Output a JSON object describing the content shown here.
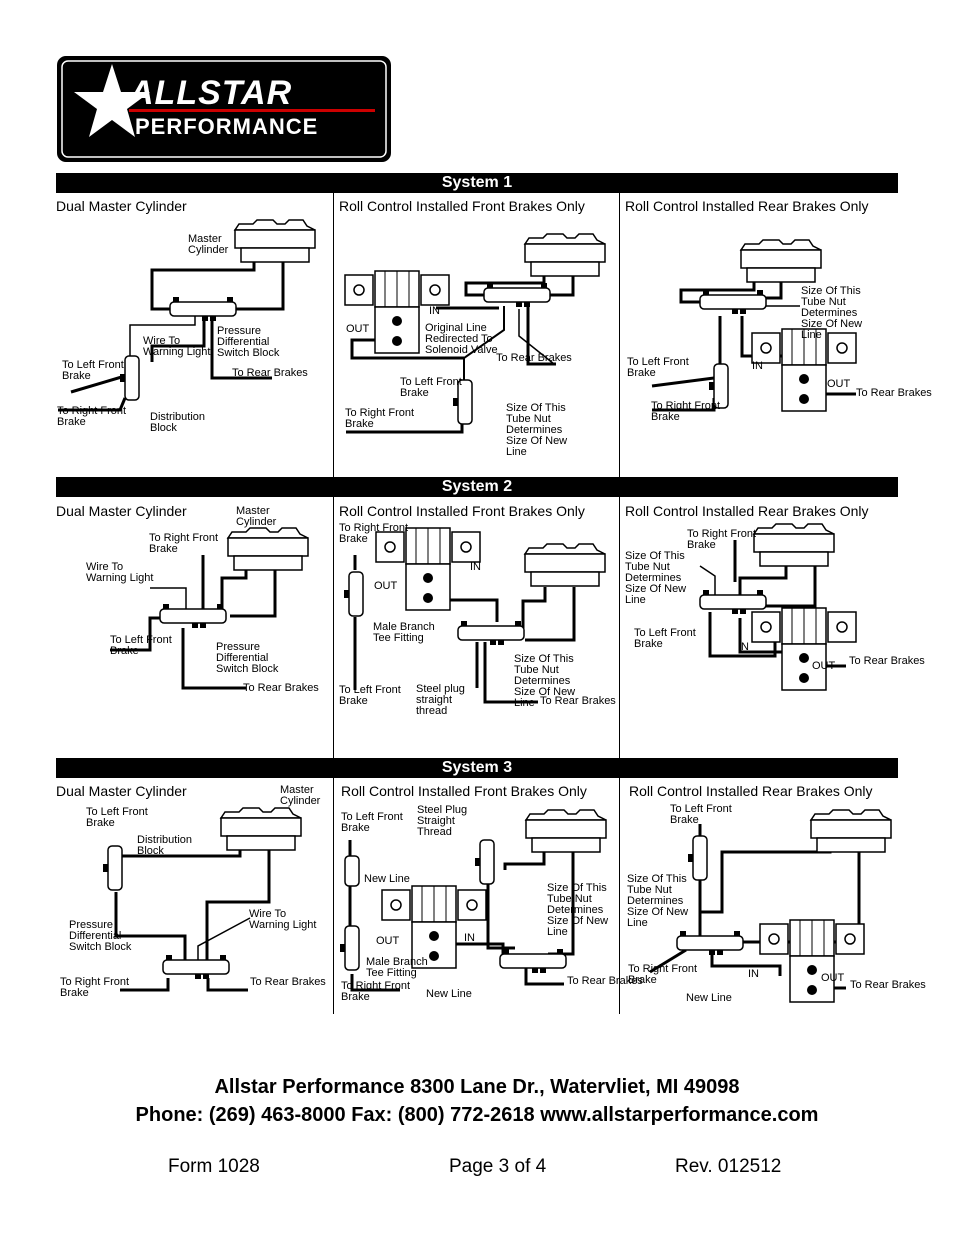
{
  "logo": {
    "brand": "ALLSTAR",
    "sub": "PERFORMANCE"
  },
  "systems": [
    {
      "header": "System 1",
      "panels": [
        {
          "title": "Dual Master Cylinder",
          "labels": [
            "Master Cylinder",
            "Wire To Warning Light",
            "Pressure Differential Switch Block",
            "To Left Front Brake",
            "To Right Front Brake",
            "Distribution Block",
            "To Rear Brakes"
          ]
        },
        {
          "title": "Roll Control Installed Front Brakes Only",
          "labels": [
            "IN",
            "OUT",
            "Original Line Redirected To Solenoid Valve",
            "To Rear Brakes",
            "To Left Front Brake",
            "To Right Front Brake",
            "Size Of This Tube Nut Determines Size Of New Line"
          ]
        },
        {
          "title": "Roll Control Installed Rear Brakes Only",
          "labels": [
            "Size Of This Tube Nut Determines Size Of New Line",
            "IN",
            "OUT",
            "To Left Front Brake",
            "To Right Front Brake",
            "To Rear Brakes"
          ]
        }
      ]
    },
    {
      "header": "System 2",
      "panels": [
        {
          "title": "Dual Master Cylinder",
          "labels": [
            "Master Cylinder",
            "To Right Front Brake",
            "Wire To Warning Light",
            "To Left Front Brake",
            "Pressure Differential Switch Block",
            "To Rear Brakes"
          ]
        },
        {
          "title": "Roll Control Installed Front Brakes Only",
          "labels": [
            "To Right Front Brake",
            "OUT",
            "IN",
            "Male Branch Tee Fitting",
            "Size Of This Tube Nut Determines Size Of New Line",
            "To Left Front Brake",
            "Steel plug straight thread",
            "To Rear Brakes"
          ]
        },
        {
          "title": "Roll Control Installed Rear Brakes Only",
          "labels": [
            "To Right Front Brake",
            "Size Of This Tube Nut Determines Size Of New Line",
            "To Left Front Brake",
            "IN",
            "OUT",
            "To Rear Brakes"
          ]
        }
      ]
    },
    {
      "header": "System 3",
      "panels": [
        {
          "title": "Dual Master Cylinder",
          "labels": [
            "Master Cylinder",
            "To Left Front Brake",
            "Distribution Block",
            "Pressure Differential Switch Block",
            "Wire To Warning Light",
            "To Right Front Brake",
            "To Rear Brakes"
          ]
        },
        {
          "title": "Roll Control Installed Front Brakes Only",
          "labels": [
            "To Left Front Brake",
            "Steel Plug Straight Thread",
            "New Line",
            "Size Of This Tube Nut Determines Size Of New Line",
            "OUT",
            "IN",
            "Male Branch Tee Fitting",
            "To Right Front Brake",
            "New Line",
            "To Rear Brakes"
          ]
        },
        {
          "title": "Roll Control Installed Rear Brakes Only",
          "labels": [
            "To Left Front Brake",
            "Size Of This Tube Nut Determines Size Of New Line",
            "To Right Front Brake",
            "IN",
            "OUT",
            "New Line",
            "To Rear Brakes"
          ]
        }
      ]
    }
  ],
  "footer": {
    "address": "Allstar Performance 8300 Lane Dr., Watervliet, MI 49098",
    "contact": "Phone: (269) 463-8000 Fax: (800) 772-2618 www.allstarperformance.com",
    "form": "Form 1028",
    "page": "Page 3 of 4",
    "rev": "Rev. 012512"
  }
}
